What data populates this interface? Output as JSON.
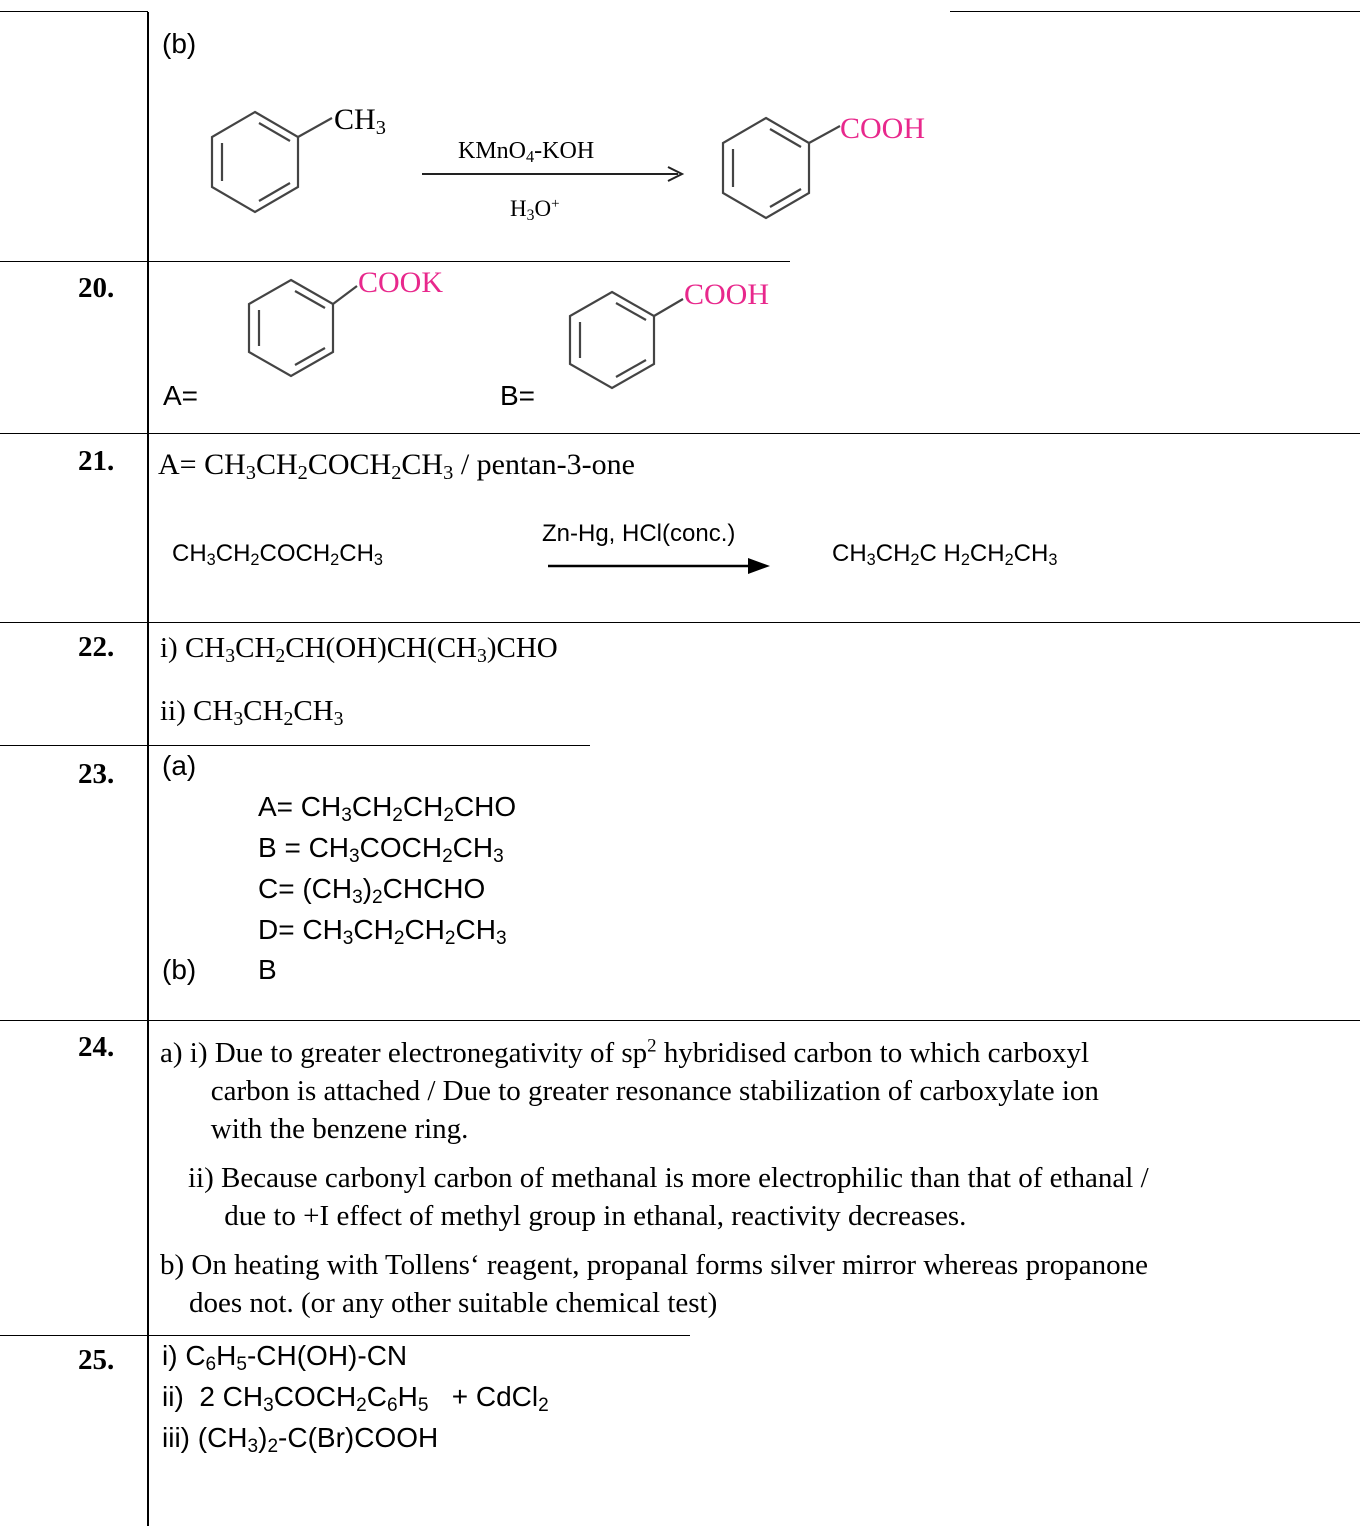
{
  "rows": [
    {
      "number": "",
      "label": "(b)",
      "reactant_group": "CH3",
      "reagent_top": "KMnO4-KOH",
      "reagent_bottom": "H3O+",
      "product_group": "COOH"
    },
    {
      "number": "20.",
      "a_label": "A=",
      "a_group": "COOK",
      "b_label": "B=",
      "b_group": "COOH"
    },
    {
      "number": "21.",
      "answer": "A= CH3CH2COCH2CH3 / pentan-3-one",
      "reactant": "CH3CH2COCH2CH3",
      "reagent": "Zn-Hg, HCl(conc.)",
      "product": "CH3CH2C H2CH2CH3"
    },
    {
      "number": "22.",
      "line1": "i) CH3CH2CH(OH)CH(CH3)CHO",
      "line2": "ii) CH3CH2CH3"
    },
    {
      "number": "23.",
      "part_a": "(a)",
      "A": "A= CH3CH2CH2CHO",
      "B": "B = CH3COCH2CH3",
      "C": "C= (CH3)2CHCHO",
      "D": "D= CH3CH2CH2CH3",
      "part_b": "(b)",
      "answer_b": "B"
    },
    {
      "number": "24.",
      "a_i": "a) i) Due to greater electronegativity of sp2 hybridised carbon to which carboxyl carbon is attached / Due to greater resonance stabilization of carboxylate ion with the benzene ring.",
      "a_ii": "ii) Because carbonyl carbon of methanal is more electrophilic than that of ethanal / due to +I effect of methyl group in ethanal, reactivity decreases.",
      "b": "b) On heating with Tollens‘ reagent, propanal forms silver mirror whereas propanone does not. (or any other suitable chemical test)"
    },
    {
      "number": "25.",
      "i": "i) C6H5-CH(OH)-CN",
      "ii": "ii) 2 CH3COCH2C6H5 + CdCl2",
      "iii": "iii) (CH3)2-C(Br)COOH"
    }
  ],
  "colors": {
    "highlight": "#e8288c",
    "text": "#000000"
  }
}
